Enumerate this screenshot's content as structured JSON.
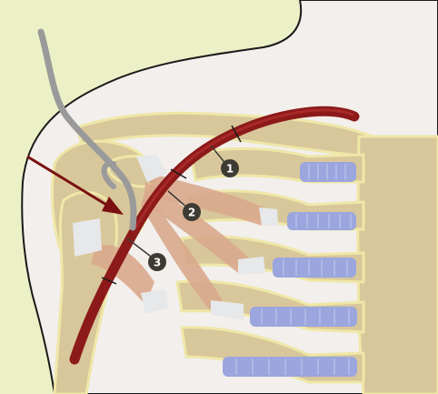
{
  "callouts": [
    {
      "id": "1",
      "label": "1"
    },
    {
      "id": "2",
      "label": "2"
    },
    {
      "id": "3",
      "label": "3"
    }
  ],
  "colors": {
    "background_skin": "#ecf0c6",
    "body_fill": "#f2efec",
    "bone": "#d8c79a",
    "bone_outline": "#efe7a8",
    "muscle": "#d9a88d",
    "muscle_dark": "#c98f73",
    "tendon": "#e6e8ea",
    "cartilage": "#9aa6dd",
    "artery": "#8c1a1a",
    "artery_highlight": "#b53030",
    "catheter": "#9a9a9a",
    "arrow": "#7a1010",
    "callout_fill": "#3e3b34",
    "outline": "#1a1a1a"
  }
}
